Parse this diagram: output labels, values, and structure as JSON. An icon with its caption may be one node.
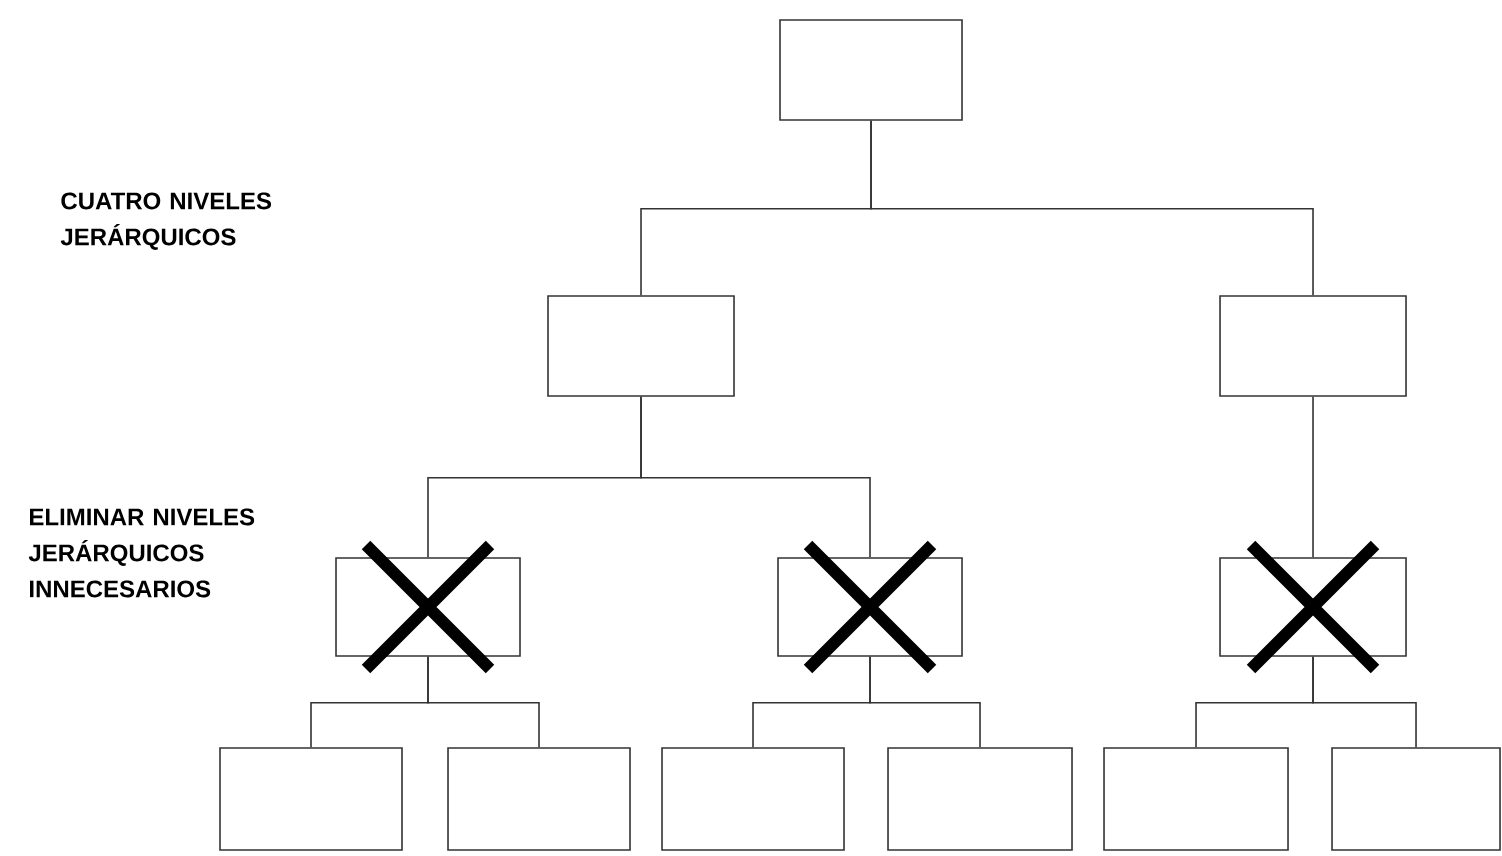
{
  "diagram": {
    "nodes": [
      {
        "text": [],
        "shape": "box"
      },
      {
        "text": [],
        "shape": "box"
      },
      {
        "text": [],
        "shape": "box"
      },
      {
        "text": [],
        "shape": "box"
      },
      {
        "text": [],
        "shape": "box"
      },
      {
        "text": [],
        "shape": "box"
      },
      {
        "text": [],
        "shape": "box"
      },
      {
        "text": [],
        "shape": "box"
      },
      {
        "text": [],
        "shape": "box"
      },
      {
        "text": [],
        "shape": "box"
      },
      {
        "text": [],
        "shape": "box"
      },
      {
        "text": [],
        "shape": "box"
      }
    ],
    "edges": [
      {
        "from": 0,
        "to": 1,
        "arrow": "none"
      },
      {
        "from": 0,
        "to": 2,
        "arrow": "none"
      },
      {
        "from": 1,
        "to": 3,
        "arrow": "none"
      },
      {
        "from": 1,
        "to": 4,
        "arrow": "none"
      },
      {
        "from": 2,
        "to": 5,
        "arrow": "none"
      },
      {
        "from": 3,
        "to": 6,
        "arrow": "none"
      },
      {
        "from": 3,
        "to": 7,
        "arrow": "none"
      },
      {
        "from": 4,
        "to": 8,
        "arrow": "none"
      },
      {
        "from": 4,
        "to": 9,
        "arrow": "none"
      },
      {
        "from": 5,
        "to": 10,
        "arrow": "none"
      },
      {
        "from": 5,
        "to": 11,
        "arrow": "none"
      }
    ],
    "labels": [
      "CUATRO NIVELES JERÁRQUICOS",
      "ELIMINAR NIVELES JERÁRQUICOS INNECESARIOS"
    ]
  }
}
